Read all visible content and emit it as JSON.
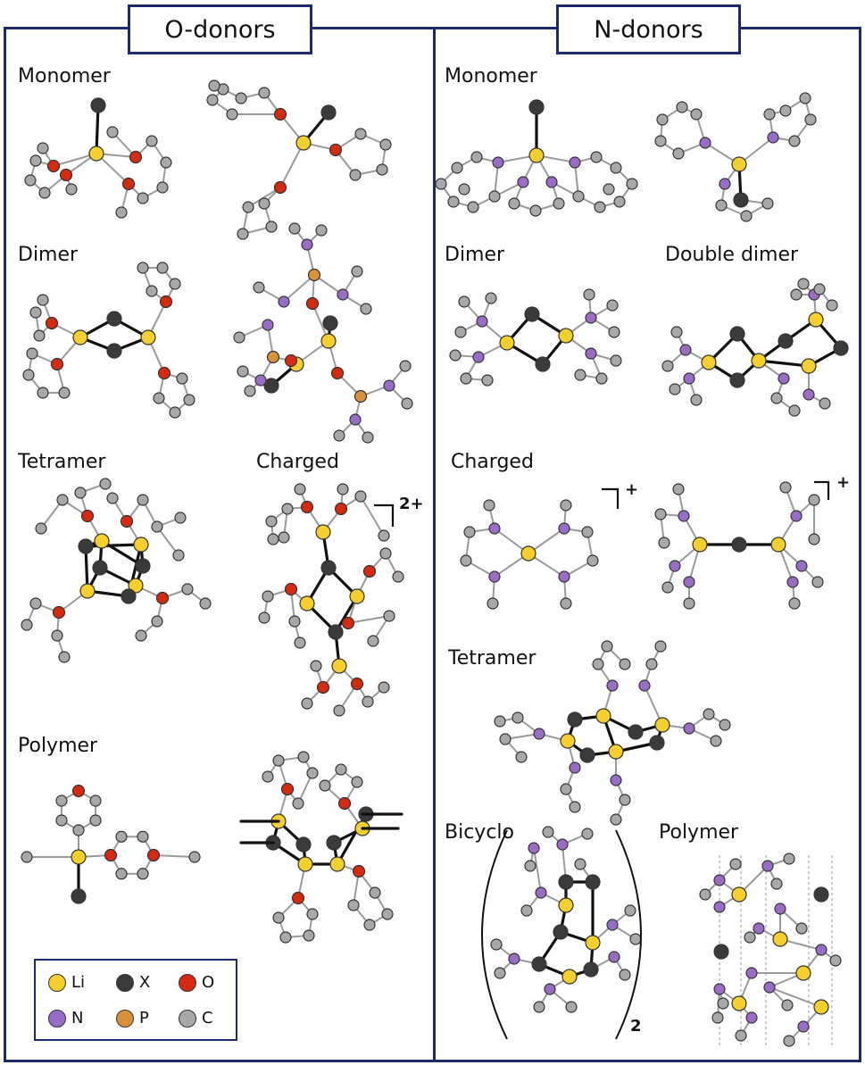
{
  "panels": {
    "left_title": "O-donors",
    "right_title": "N-donors"
  },
  "labels": {
    "o_monomer": "Monomer",
    "o_dimer": "Dimer",
    "o_tetramer": "Tetramer",
    "o_charged": "Charged",
    "o_polymer": "Polymer",
    "n_monomer": "Monomer",
    "n_dimer": "Dimer",
    "n_double_dimer": "Double dimer",
    "n_charged": "Charged",
    "n_tetramer": "Tetramer",
    "n_bicyclo": "Bicyclo",
    "n_polymer": "Polymer"
  },
  "charges": {
    "o_charged": "2+",
    "n_charged_1": "+",
    "n_charged_2": "+",
    "bicyclo_subscript": "2"
  },
  "legend": [
    {
      "symbol": "Li",
      "color": "#f5cf2e"
    },
    {
      "symbol": "X",
      "color": "#3a3a3a"
    },
    {
      "symbol": "O",
      "color": "#d42a12"
    },
    {
      "symbol": "N",
      "color": "#9b6cc6"
    },
    {
      "symbol": "P",
      "color": "#d9923a"
    },
    {
      "symbol": "C",
      "color": "#a8a8a8"
    }
  ],
  "colors": {
    "frame": "#1c2a6b",
    "bond": "#999999",
    "core_bond": "#111111"
  }
}
